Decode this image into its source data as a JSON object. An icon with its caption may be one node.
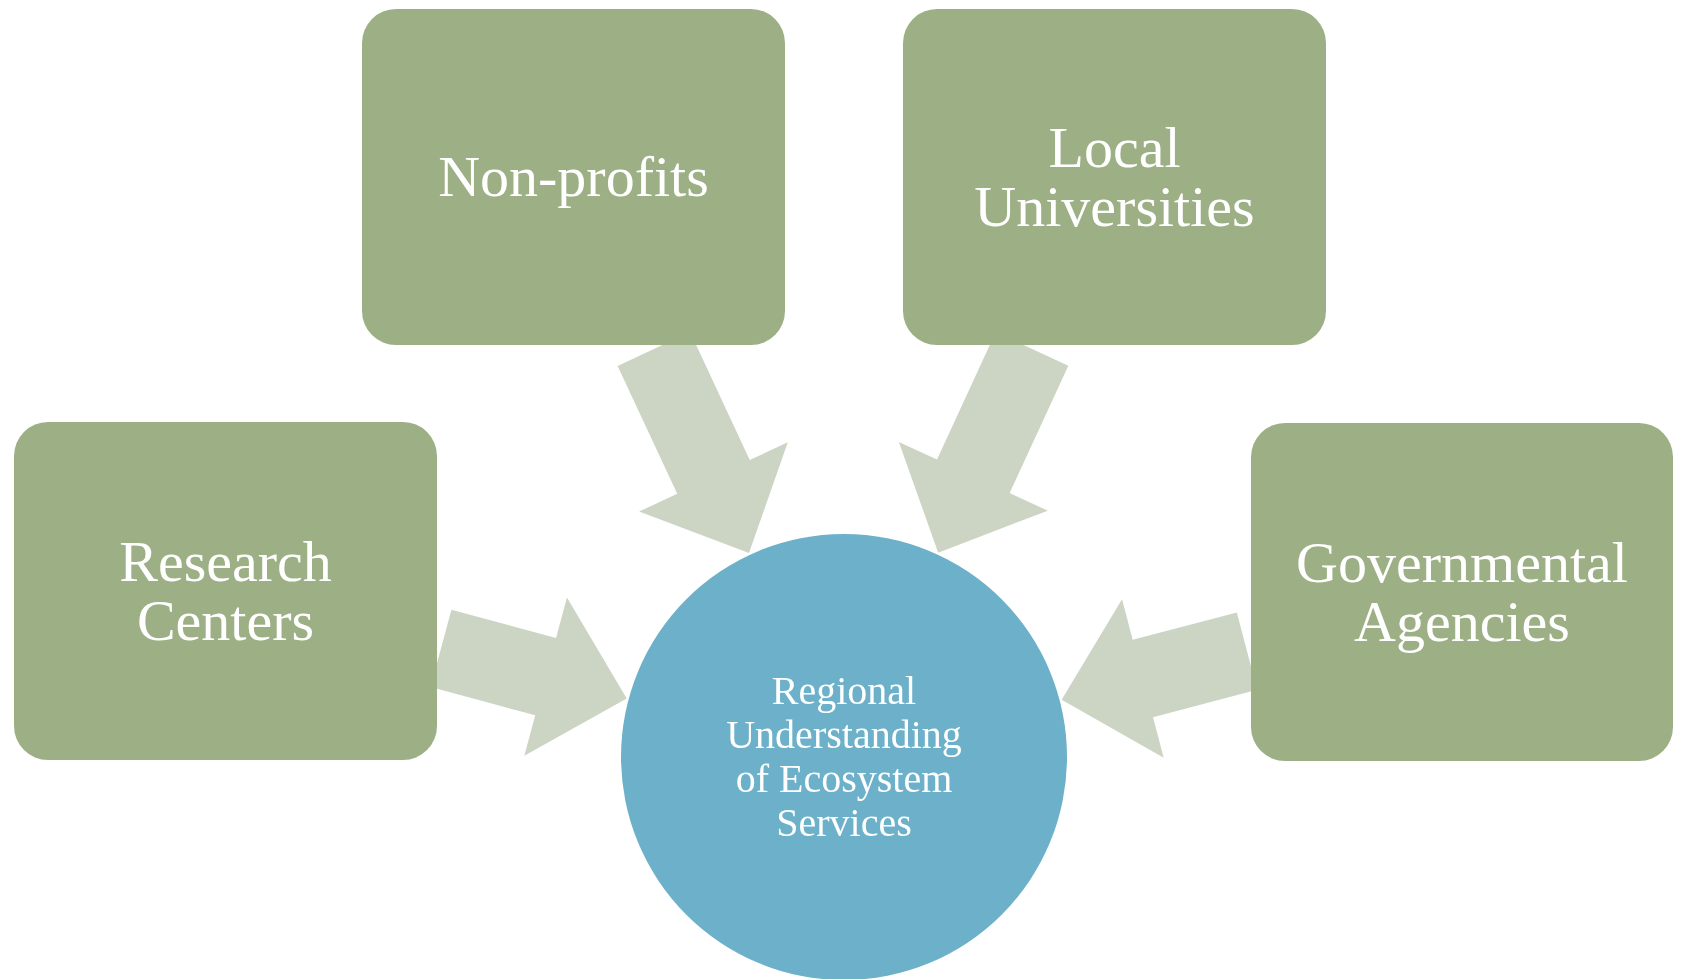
{
  "diagram": {
    "nodes": [
      {
        "text": [
          "Non-profits"
        ]
      },
      {
        "text": [
          "Local Universities"
        ]
      },
      {
        "text": [
          "Research Centers"
        ]
      },
      {
        "text": [
          "Governmental Agencies"
        ]
      },
      {
        "text": [
          "Regional Understanding of Ecosystem Services"
        ]
      }
    ],
    "edges": [
      {
        "from": 0,
        "to": 4,
        "arrow": "to"
      },
      {
        "from": 1,
        "to": 4,
        "arrow": "to"
      },
      {
        "from": 2,
        "to": 4,
        "arrow": "to"
      },
      {
        "from": 3,
        "to": 4,
        "arrow": "to"
      }
    ]
  }
}
